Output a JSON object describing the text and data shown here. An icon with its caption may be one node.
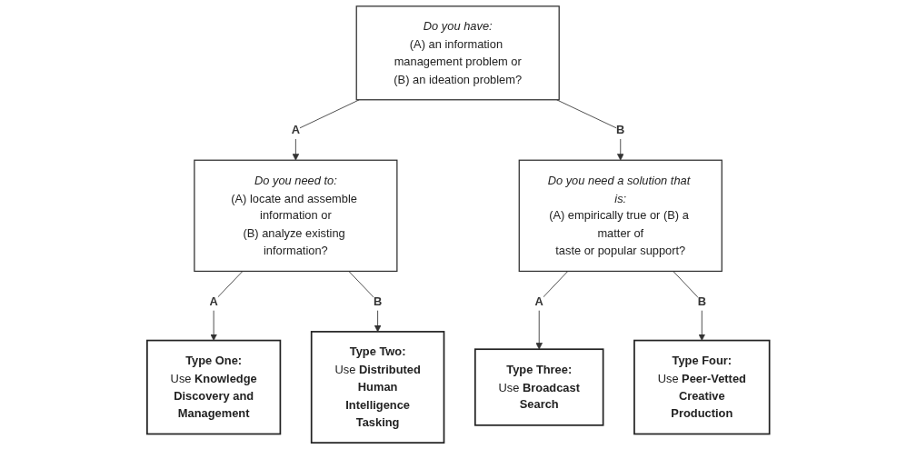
{
  "diagram": {
    "nodes": [
      {
        "text": [
          "Do you have:",
          "(A) an information management problem or (B) an ideation problem?"
        ]
      },
      {
        "text": [
          "Do you need to:",
          "(A) locate and assemble information or (B) analyze existing information?"
        ]
      },
      {
        "text": [
          "Do you need a solution that is:",
          "(A) empirically true or (B) a matter of taste or popular support?"
        ]
      },
      {
        "text": [
          "Type One:",
          "Use **Knowledge Discovery and Management**"
        ]
      },
      {
        "text": [
          "Type Two:",
          "Use **Distributed Human Intelligence Tasking**"
        ]
      },
      {
        "text": [
          "Type Three:",
          "Use **Broadcast Search**"
        ]
      },
      {
        "text": [
          "Type Four:",
          "Use **Peer-Vetted Creative Production**"
        ]
      }
    ],
    "edges": [
      {
        "from": 0,
        "to": 1,
        "arrow": "to",
        "label": "A"
      },
      {
        "from": 0,
        "to": 2,
        "arrow": "to",
        "label": "B"
      },
      {
        "from": 1,
        "to": 3,
        "arrow": "to",
        "label": "A"
      },
      {
        "from": 1,
        "to": 4,
        "arrow": "to",
        "label": "B"
      },
      {
        "from": 2,
        "to": 5,
        "arrow": "to",
        "label": "A"
      },
      {
        "from": 2,
        "to": 6,
        "arrow": "to",
        "label": "B"
      }
    ]
  }
}
